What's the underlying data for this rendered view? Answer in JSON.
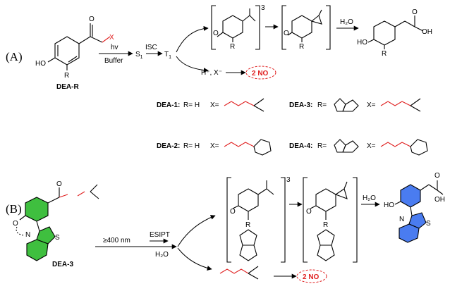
{
  "panelA": {
    "label": "(A)",
    "compound": "DEA-R",
    "hv": "hv",
    "buffer": "Buffer",
    "s1": "S",
    "s1_sub": "1",
    "isc": "ISC",
    "t1": "T",
    "t1_sub": "1",
    "triplet": "3",
    "water": "H₂O",
    "acid": "H⁺, X⁻",
    "no_product": "2 NO",
    "x_sub": "X",
    "r_sub": "R",
    "ho": "HO",
    "o": "O",
    "oh": "OH",
    "defs": [
      {
        "name": "DEA-1:",
        "r": "R= H",
        "x": "X="
      },
      {
        "name": "DEA-2:",
        "r": "R= H",
        "x": "X="
      },
      {
        "name": "DEA-3:",
        "r": "R=",
        "x": "X="
      },
      {
        "name": "DEA-4:",
        "r": "R=",
        "x": "X="
      }
    ]
  },
  "panelB": {
    "label": "(B)",
    "compound": "DEA-3",
    "wavelength": "≥400 nm",
    "esipt": "ESIPT",
    "water": "H₂O",
    "water2": "H₂O",
    "triplet": "3",
    "no_product": "2 NO",
    "r": "R",
    "ho": "HO",
    "o": "O",
    "oh": "OH",
    "n": "N",
    "s": "S"
  },
  "colors": {
    "red": "#e02020",
    "green": "#3fbf3f",
    "blue": "#4a7cf0"
  }
}
